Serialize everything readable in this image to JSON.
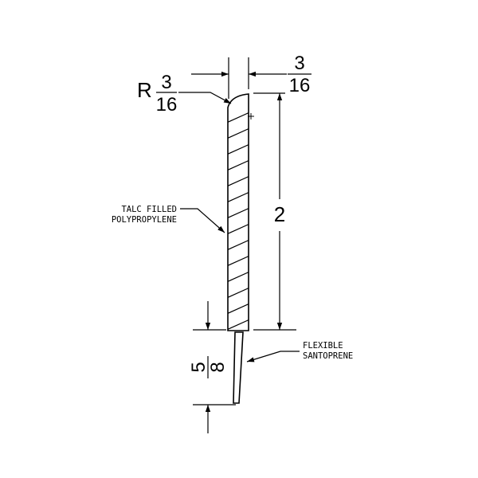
{
  "dimensions": {
    "radius_prefix": "R",
    "radius_num": "3",
    "radius_den": "16",
    "thickness_num": "3",
    "thickness_den": "16",
    "height": "2",
    "tip_num": "5",
    "tip_den": "8"
  },
  "notes": {
    "body_line1": "TALC FILLED",
    "body_line2": "POLYPROPYLENE",
    "tip_line1": "FLEXIBLE",
    "tip_line2": "SANTOPRENE"
  },
  "colors": {
    "line": "#000000",
    "background": "#ffffff"
  }
}
